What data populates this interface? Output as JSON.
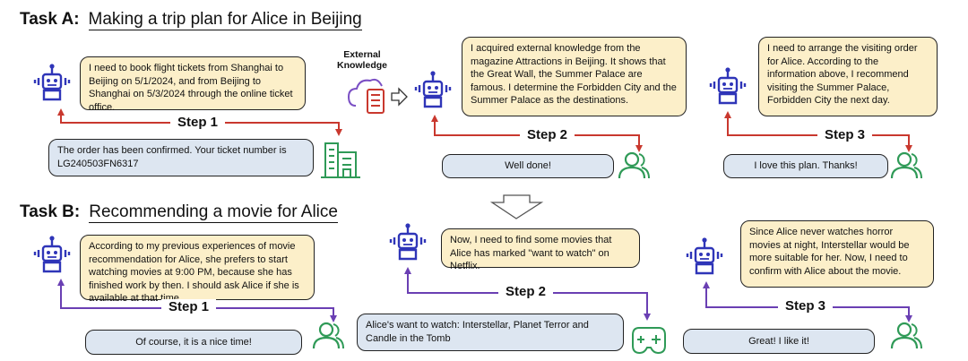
{
  "task_a": {
    "prefix": "Task A:",
    "title": "Making a trip plan for Alice in Beijing",
    "external_knowledge": "External Knowledge",
    "steps": [
      {
        "label": "Step 1",
        "agent": "I need to book flight tickets from Shanghai to Beijing on 5/1/2024, and from Beijing to Shanghai on 5/3/2024 through the online ticket office.",
        "response": "The order has been confirmed. Your ticket number is LG240503FN6317"
      },
      {
        "label": "Step 2",
        "agent": "I acquired external knowledge from the magazine Attractions in Beijing. It shows that the Great Wall, the Summer Palace are famous. I determine the Forbidden City and the Summer Palace as the destinations.",
        "response": "Well done!"
      },
      {
        "label": "Step 3",
        "agent": "I need to arrange the visiting order for Alice. According to the information above, I recommend visiting the Summer Palace, Forbidden City the next day.",
        "response": "I love this plan. Thanks!"
      }
    ]
  },
  "task_b": {
    "prefix": "Task B:",
    "title": "Recommending a movie for Alice",
    "steps": [
      {
        "label": "Step 1",
        "agent": "According to my previous experiences of movie recommendation for Alice, she prefers to start watching movies at 9:00 PM, because she has finished work by then. I should ask Alice if she is available at that time.",
        "response": "Of course, it is a nice time!"
      },
      {
        "label": "Step 2",
        "agent": "Now, I need to find some movies that Alice has marked \"want to watch\" on Netflix.",
        "response": "Alice's want to watch: Interstellar, Planet Terror and Candle in the Tomb"
      },
      {
        "label": "Step 3",
        "agent": "Since Alice never watches horror movies at night, Interstellar would be more suitable for her. Now, I need to confirm with Alice about the movie.",
        "response": "Great! I like it!"
      }
    ]
  },
  "colors": {
    "agent_bubble": "#fcefc9",
    "user_bubble": "#dde6f1",
    "robot": "#2f35b8",
    "task_a_arrow": "#c9382e",
    "task_b_arrow": "#6a3fb3",
    "icon_green": "#2f9a57",
    "icon_purple": "#7a4fc4"
  },
  "icons": [
    "robot-icon",
    "building-icon",
    "user-icon",
    "database-icon",
    "game-controller-icon",
    "down-arrow-icon"
  ]
}
